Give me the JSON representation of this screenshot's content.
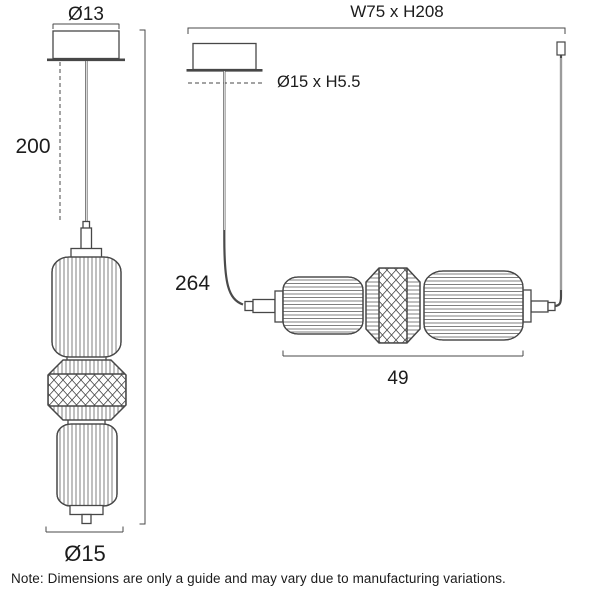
{
  "page": {
    "background": "#ffffff",
    "note": "Note: Dimensions are only a guide and may vary due to manufacturing variations."
  },
  "drawing": {
    "line_color": "#474747",
    "text_color": "#1c1c1c"
  },
  "vertical_view": {
    "canopy_diameter": "Ø13",
    "suspension_drop": "200",
    "overall_height": "264",
    "shade_diameter": "Ø15"
  },
  "horizontal_view": {
    "overall_size": "W75 x H208",
    "canopy_size": "Ø15 x H5.5",
    "cluster_width": "49"
  }
}
